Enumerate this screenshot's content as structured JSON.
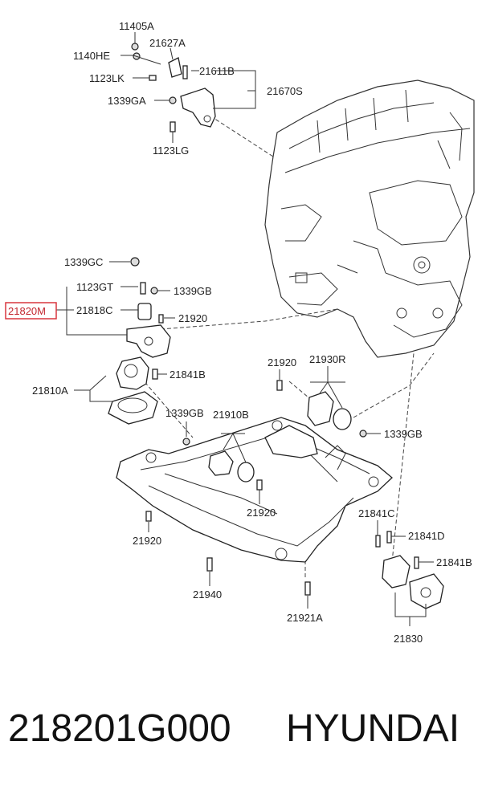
{
  "labels": {
    "p11405A": "11405A",
    "p1140HE": "1140HE",
    "p21627A": "21627A",
    "p21611B": "21611B",
    "p1123LK": "1123LK",
    "p21670S": "21670S",
    "p1339GA": "1339GA",
    "p1123LG": "1123LG",
    "p1339GC": "1339GC",
    "p1123GT": "1123GT",
    "p1339GB_a": "1339GB",
    "p21820M": "21820M",
    "p21818C": "21818C",
    "p21920_a": "21920",
    "p21841B_a": "21841B",
    "p21810A": "21810A",
    "p21920_b": "21920",
    "p21930R": "21930R",
    "p1339GB_b": "1339GB",
    "p21910B": "21910B",
    "p1339GB_c": "1339GB",
    "p21920_c": "21920",
    "p21920_d": "21920",
    "p21841C": "21841C",
    "p21841D": "21841D",
    "p21841B_b": "21841B",
    "p21940": "21940",
    "p21921A": "21921A",
    "p21830": "21830"
  },
  "caption": {
    "part_number": "218201G000",
    "brand": "HYUNDAI"
  },
  "highlight_color": "#d9363e"
}
